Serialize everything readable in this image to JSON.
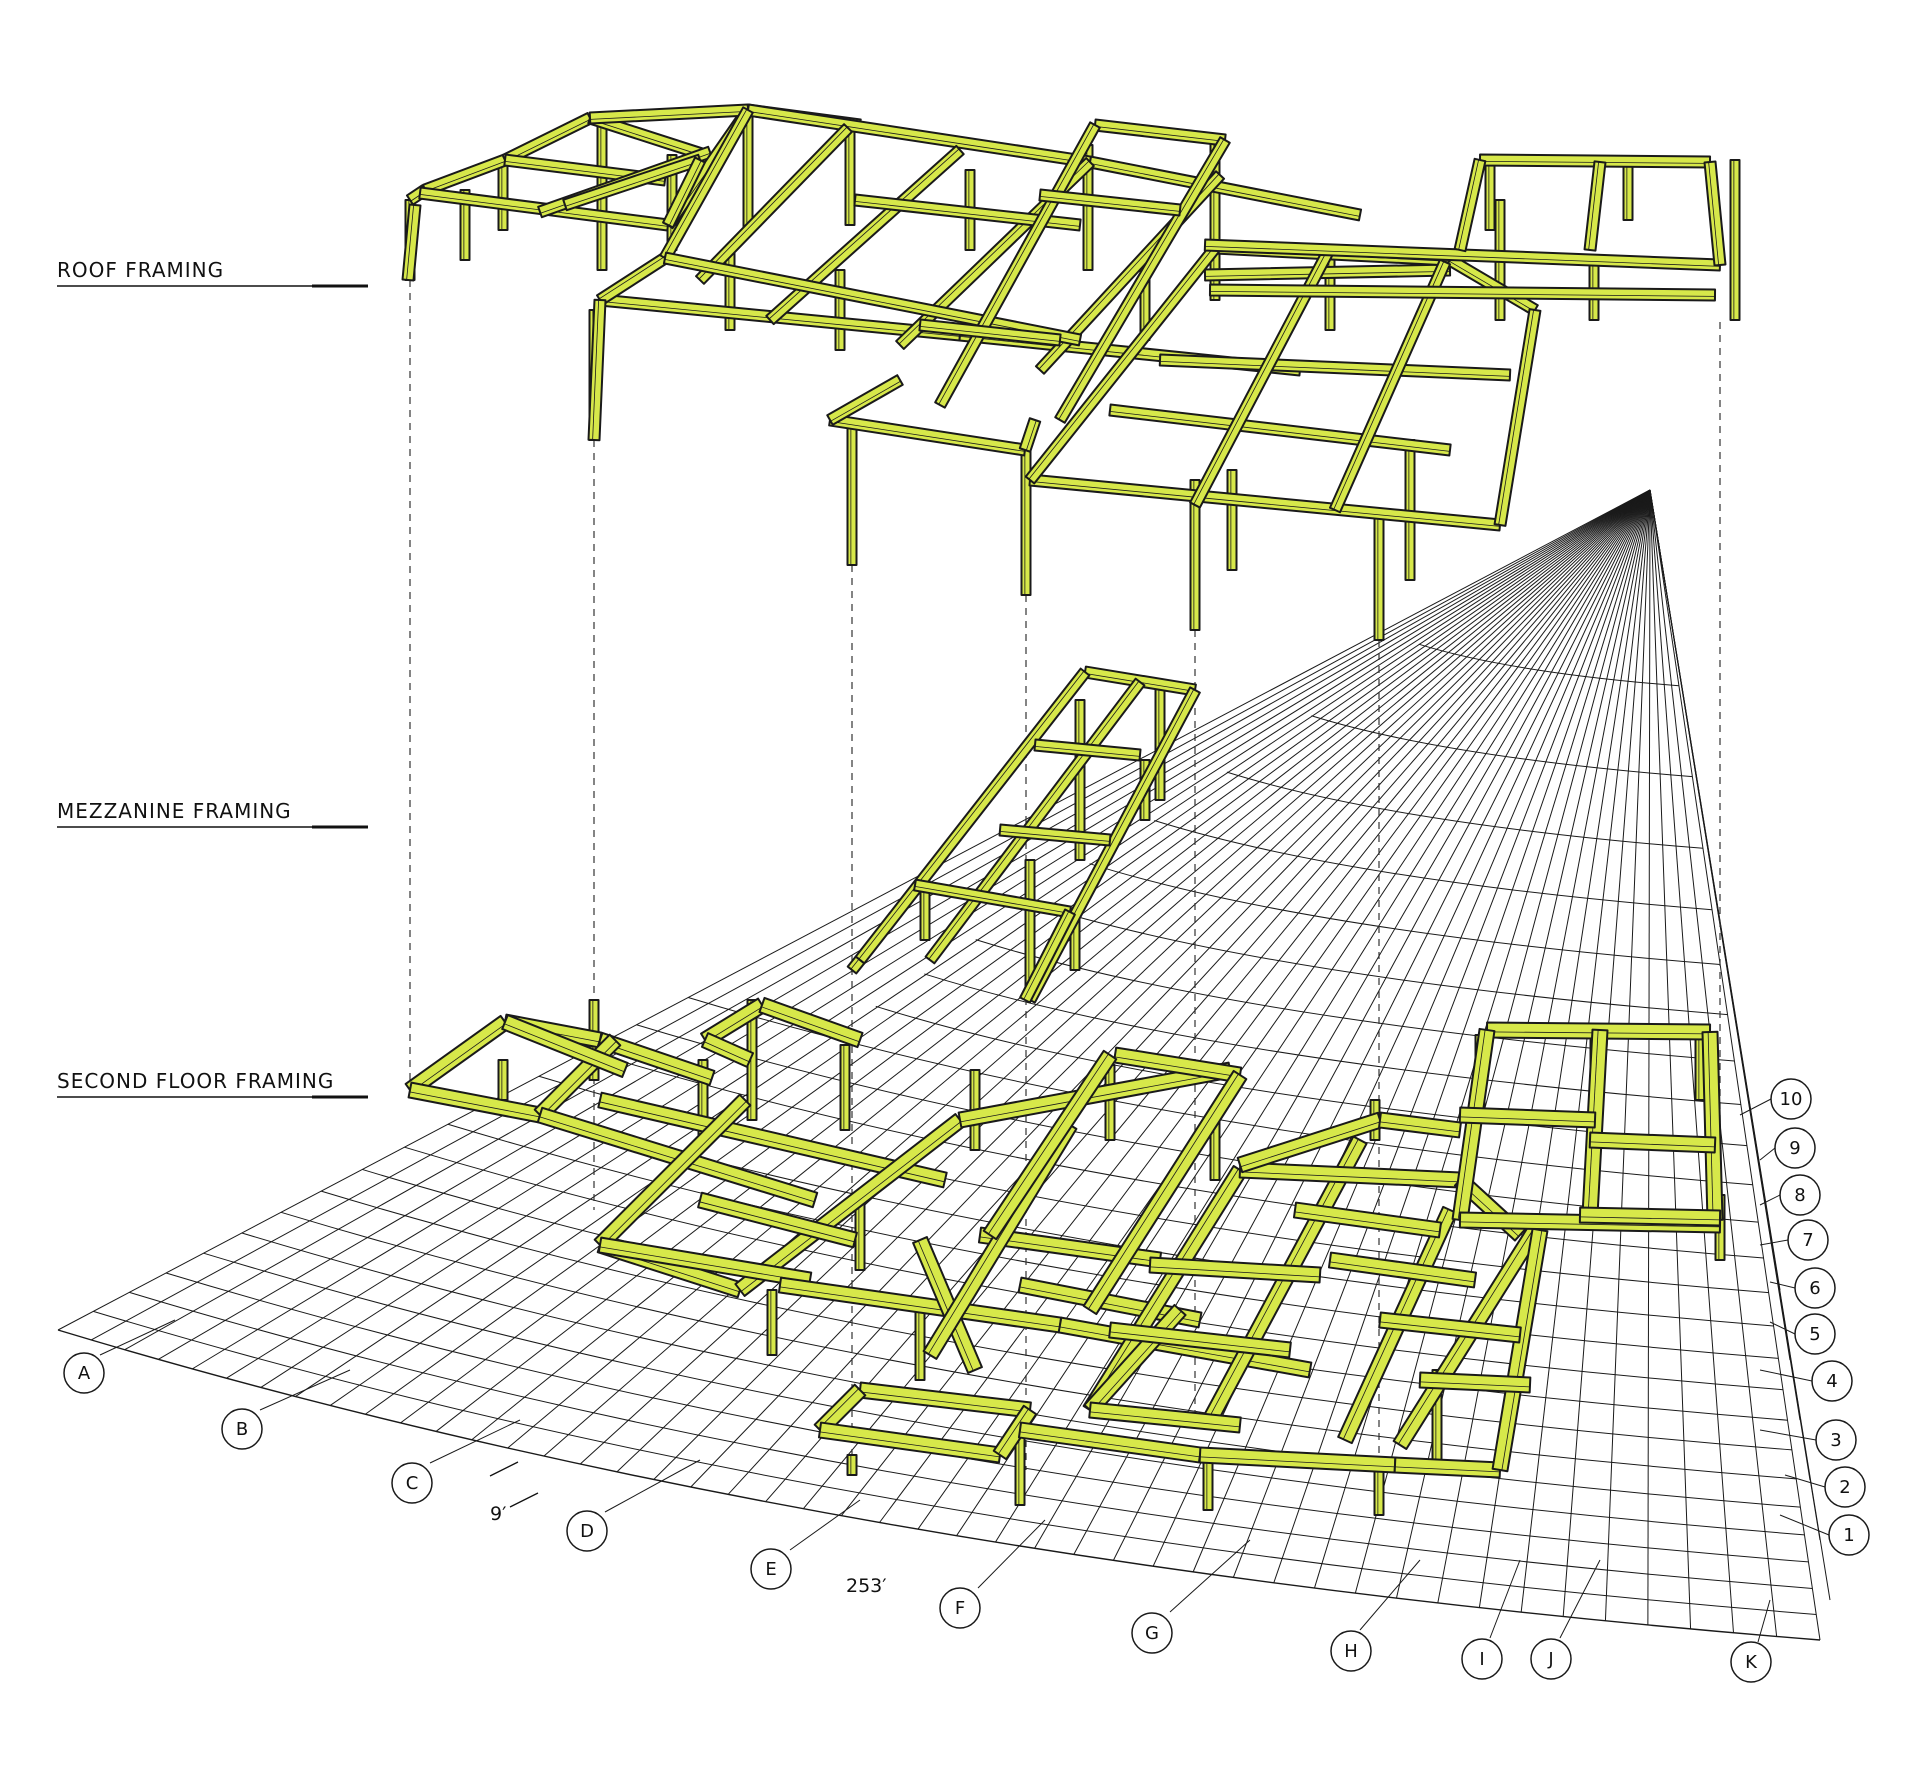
{
  "levels": {
    "roof": "ROOF FRAMING",
    "mezzanine": "MEZZANINE FRAMING",
    "second_floor": "SECOND FLOOR FRAMING"
  },
  "grid_letters": [
    "A",
    "B",
    "C",
    "D",
    "E",
    "F",
    "G",
    "H",
    "I",
    "J",
    "K"
  ],
  "grid_numbers": [
    "1",
    "2",
    "3",
    "4",
    "5",
    "6",
    "7",
    "8",
    "9",
    "10"
  ],
  "dimensions": {
    "bay": "9′",
    "overall": "253′"
  },
  "colors": {
    "steel": "#d7e84a",
    "line": "#1a1a1a",
    "background": "#ffffff"
  }
}
